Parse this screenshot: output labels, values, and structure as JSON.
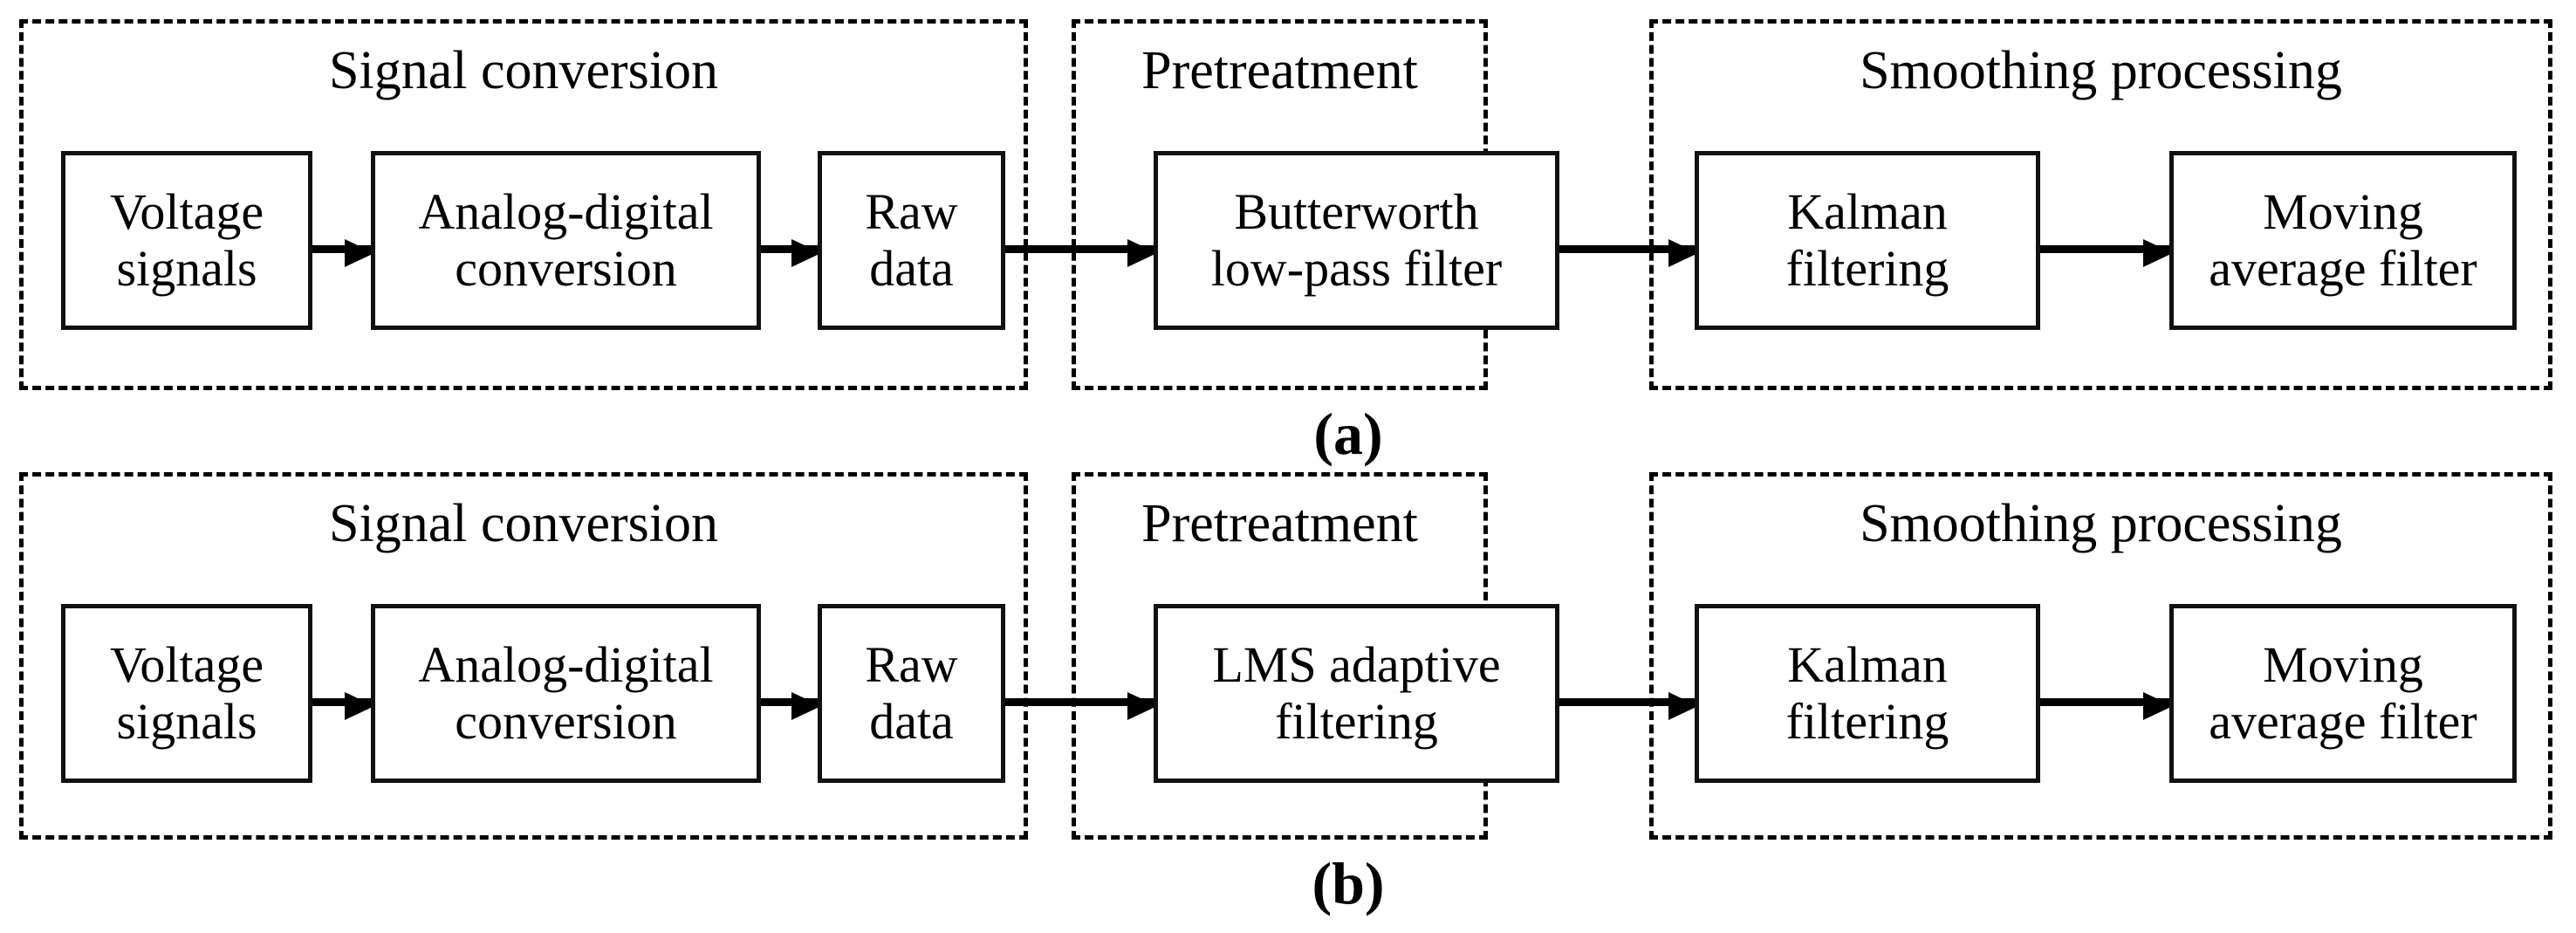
{
  "figure": {
    "type": "block-diagram",
    "description": "Two-variant signal processing pipeline flowcharts",
    "subfigures": [
      {
        "caption": "(a)",
        "groups": [
          {
            "title": "Signal conversion",
            "nodes": [
              {
                "lines": [
                  "Voltage",
                  "signals"
                ]
              },
              {
                "lines": [
                  "Analog-digital",
                  "conversion"
                ]
              },
              {
                "lines": [
                  "Raw",
                  "data"
                ]
              }
            ]
          },
          {
            "title": "Pretreatment",
            "nodes": [
              {
                "lines": [
                  "Butterworth",
                  "low-pass filter"
                ]
              }
            ]
          },
          {
            "title": "Smoothing processing",
            "nodes": [
              {
                "lines": [
                  "Kalman",
                  "filtering"
                ]
              },
              {
                "lines": [
                  "Moving",
                  "average filter"
                ]
              }
            ]
          }
        ]
      },
      {
        "caption": "(b)",
        "groups": [
          {
            "title": "Signal conversion",
            "nodes": [
              {
                "lines": [
                  "Voltage",
                  "signals"
                ]
              },
              {
                "lines": [
                  "Analog-digital",
                  "conversion"
                ]
              },
              {
                "lines": [
                  "Raw",
                  "data"
                ]
              }
            ]
          },
          {
            "title": "Pretreatment",
            "nodes": [
              {
                "lines": [
                  "LMS adaptive",
                  "filtering"
                ]
              }
            ]
          },
          {
            "title": "Smoothing processing",
            "nodes": [
              {
                "lines": [
                  "Kalman",
                  "filtering"
                ]
              },
              {
                "lines": [
                  "Moving",
                  "average filter"
                ]
              }
            ]
          }
        ]
      }
    ],
    "colors": {
      "stroke": "#000000",
      "node_border": "#111111",
      "background": "#ffffff"
    }
  }
}
